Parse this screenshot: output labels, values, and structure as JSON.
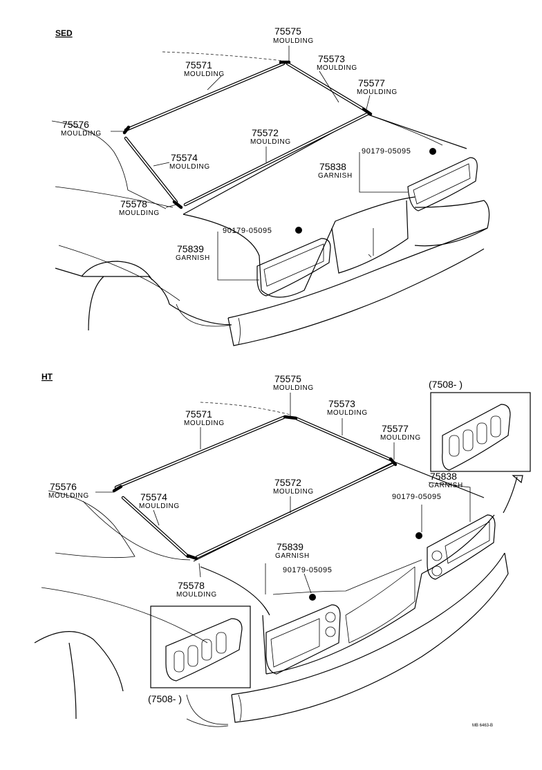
{
  "sections": {
    "sed": "SED",
    "ht": "HT"
  },
  "sed_labels": [
    {
      "num": "75575",
      "name": "MOULDING"
    },
    {
      "num": "75573",
      "name": "MOULDING"
    },
    {
      "num": "75571",
      "name": "MOULDING"
    },
    {
      "num": "75577",
      "name": "MOULDING"
    },
    {
      "num": "75576",
      "name": "MOULDING"
    },
    {
      "num": "75572",
      "name": "MOULDING"
    },
    {
      "num": "75574",
      "name": "MOULDING"
    },
    {
      "num": "75578",
      "name": "MOULDING"
    },
    {
      "num": "75838",
      "name": "GARNISH"
    },
    {
      "num": "75839",
      "name": "GARNISH"
    }
  ],
  "sed_clips": [
    "90179-05095",
    "90179-05095"
  ],
  "ht_labels": [
    {
      "num": "75575",
      "name": "MOULDING"
    },
    {
      "num": "75573",
      "name": "MOULDING"
    },
    {
      "num": "75571",
      "name": "MOULDING"
    },
    {
      "num": "75577",
      "name": "MOULDING"
    },
    {
      "num": "75576",
      "name": "MOULDING"
    },
    {
      "num": "75574",
      "name": "MOULDING"
    },
    {
      "num": "75572",
      "name": "MOULDING"
    },
    {
      "num": "75838",
      "name": "GARNISH"
    },
    {
      "num": "75839",
      "name": "GARNISH"
    },
    {
      "num": "75578",
      "name": "MOULDING"
    }
  ],
  "ht_clips": [
    "90179-05095",
    "90179-05095"
  ],
  "ht_inset_refs": [
    "(7508-      )",
    "(7508-      )"
  ],
  "footer_code": "MB 6463-B"
}
